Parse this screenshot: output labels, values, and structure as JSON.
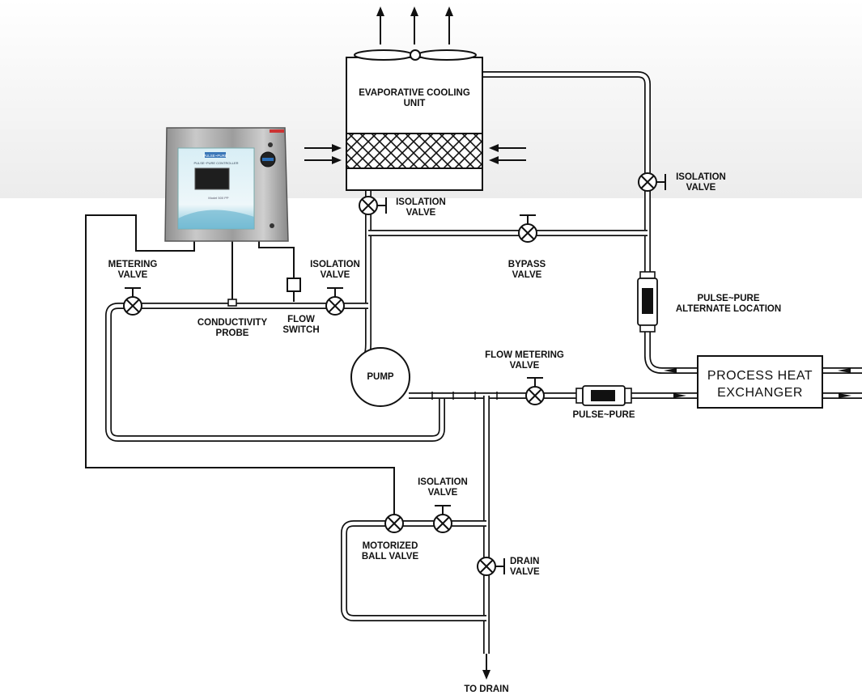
{
  "labels": {
    "cooling_unit": [
      "EVAPORATIVE  COOLING",
      "UNIT"
    ],
    "isolation_valve_top": [
      "ISOLATION",
      "VALVE"
    ],
    "isolation_valve_right": [
      "ISOLATION",
      "VALVE"
    ],
    "bypass_valve": [
      "BYPASS",
      "VALVE"
    ],
    "metering_valve": [
      "METERING",
      "VALVE"
    ],
    "isolation_valve_left": [
      "ISOLATION",
      "VALVE"
    ],
    "conductivity_probe": [
      "CONDUCTIVITY",
      "PROBE"
    ],
    "flow_switch": [
      "FLOW",
      "SWITCH"
    ],
    "pulse_pure_alt": [
      "PULSE~PURE",
      "ALTERNATE  LOCATION"
    ],
    "pump": "PUMP",
    "flow_metering_valve": [
      "FLOW  METERING",
      "VALVE"
    ],
    "pulse_pure": "PULSE~PURE",
    "process_heat_exchanger": [
      "PROCESS  HEAT",
      "EXCHANGER"
    ],
    "isolation_valve_bottom": [
      "ISOLATION",
      "VALVE"
    ],
    "motorized_ball_valve": [
      "MOTORIZED",
      "BALL  VALVE"
    ],
    "drain_valve": [
      "DRAIN",
      "VALVE"
    ],
    "to_drain": "TO  DRAIN"
  },
  "controller": {
    "brand_badge": "PULSE~PURE",
    "panel_text": "PULSE~PURE CONTROLLER",
    "footer_text": "Model 500 PP"
  },
  "colors": {
    "line": "#111111",
    "controller_steel": "#a9a9a9",
    "controller_panel": "#9fcfe0",
    "screen": "#1e1e1e",
    "background_top": "#ececec"
  }
}
